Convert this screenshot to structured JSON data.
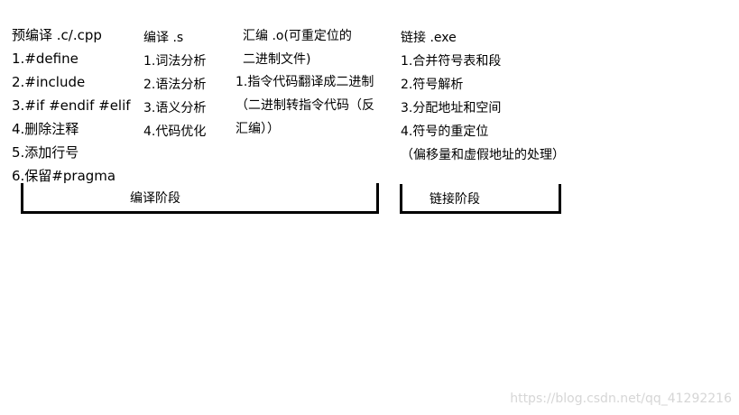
{
  "columns": {
    "preprocess": {
      "title": "预编译 .c/.cpp",
      "items": [
        "1.#define",
        "2.#include",
        "3.#if #endif #elif",
        "4.删除注释",
        "5.添加行号",
        "6.保留#pragma"
      ]
    },
    "compile": {
      "title": "编译 .s",
      "items": [
        "1.词法分析",
        "2.语法分析",
        "3.语义分析",
        "4.代码优化"
      ]
    },
    "assemble": {
      "title_line1": "汇编 .o(可重定位的",
      "title_line2": "二进制文件)",
      "item1": "1.指令代码翻译成二进制",
      "item1_note_line1": "（二进制转指令代码（反",
      "item1_note_line2": "汇编））"
    },
    "link": {
      "title": "链接 .exe",
      "items": [
        "1.合并符号表和段",
        "2.符号解析",
        "3.分配地址和空间",
        "4.符号的重定位"
      ],
      "note": "（偏移量和虚假地址的处理）"
    }
  },
  "brackets": {
    "compile_phase": "编译阶段",
    "link_phase": "链接阶段"
  },
  "watermark": "https://blog.csdn.net/qq_41292216"
}
